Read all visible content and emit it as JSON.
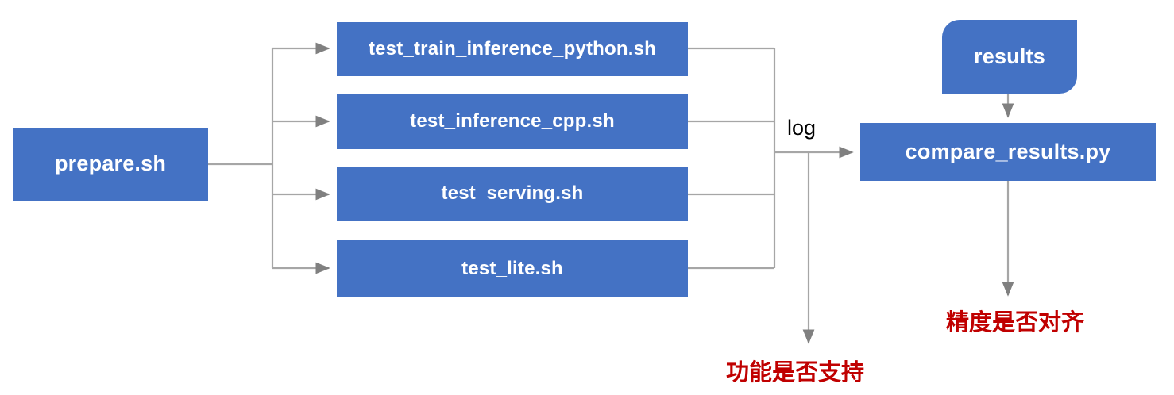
{
  "diagram": {
    "title": "PaddlePaddle TIPC test script flow",
    "background": "#ffffff",
    "node_fill": "#4472c4",
    "node_text_color": "#ffffff",
    "edge_color": "#a6a6a6",
    "note_color": "#c00000",
    "nodes": {
      "prepare": {
        "label": "prepare.sh"
      },
      "train_inference_python": {
        "label": "test_train_inference_python.sh"
      },
      "inference_cpp": {
        "label": "test_inference_cpp.sh"
      },
      "serving": {
        "label": "test_serving.sh"
      },
      "lite": {
        "label": "test_lite.sh"
      },
      "results": {
        "label": "results"
      },
      "compare": {
        "label": "compare_results.py"
      }
    },
    "edge_labels": {
      "log": "log"
    },
    "notes": {
      "accuracy_aligned": "精度是否对齐",
      "function_supported": "功能是否支持"
    }
  }
}
